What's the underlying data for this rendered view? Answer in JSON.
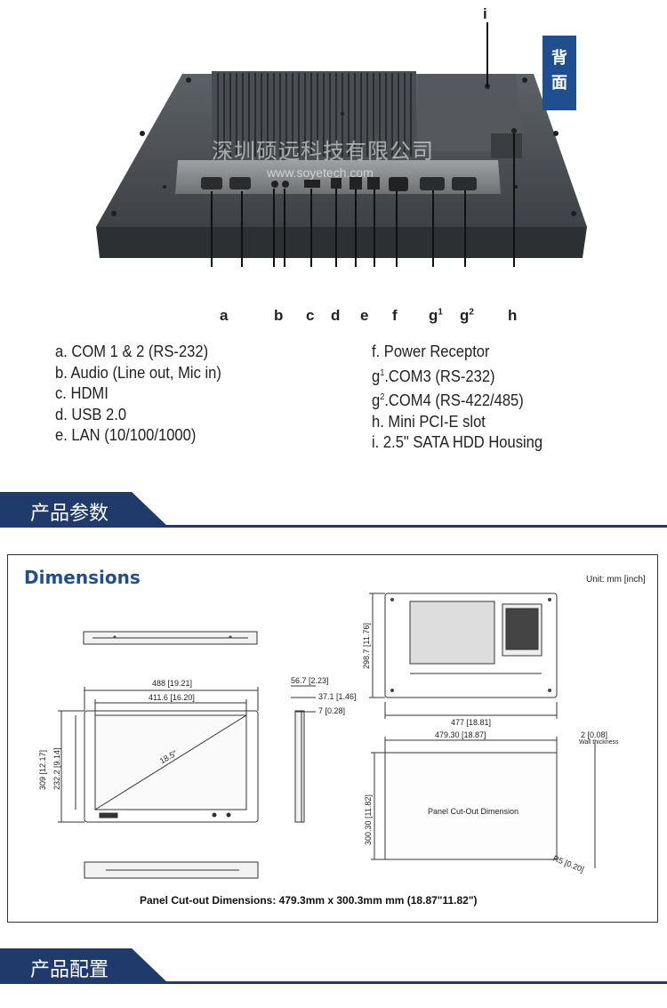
{
  "side_tab": {
    "label": "背面",
    "chars": [
      "背",
      "面"
    ]
  },
  "watermark": {
    "company": "深圳硕远科技有限公司",
    "url": "www.soyetech.com"
  },
  "callouts": {
    "a": "a",
    "b": "b",
    "c": "c",
    "d": "d",
    "e": "e",
    "f": "f",
    "g1_base": "g",
    "g1_sup": "1",
    "g2_base": "g",
    "g2_sup": "2",
    "h": "h",
    "i": "i"
  },
  "legend_left": [
    "a. COM 1 & 2 (RS-232)",
    "b. Audio (Line out, Mic in)",
    "c. HDMI",
    "d. USB 2.0",
    "e. LAN (10/100/1000)"
  ],
  "legend_right": {
    "f": "f.  Power Receptor",
    "g1_base": "g",
    "g1_sup": "1",
    "g1_text": ".COM3 (RS-232)",
    "g2_base": "g",
    "g2_sup": "2",
    "g2_text": ".COM4 (RS-422/485)",
    "h": "h. Mini PCI-E slot",
    "i": "i.  2.5\" SATA HDD Housing"
  },
  "sections": {
    "params": "产品参数",
    "config": "产品配置"
  },
  "dimensions": {
    "title": "Dimensions",
    "unit": "Unit: mm [inch]",
    "width_outer": "488 [19.21]",
    "width_inner": "411.6 [16.20]",
    "height_outer": "309 [12.17]",
    "height_inner": "232.2 [9.14]",
    "diagonal": "18.5\"",
    "depth_total": "56.7 [2.23]",
    "depth_a": "37.1 [1.46]",
    "depth_b": "7 [0.28]",
    "rear_height": "298.7 [11.76]",
    "rear_width": "477 [18.81]",
    "cutout_width": "479.30 [18.87]",
    "cutout_height": "300.30 [11.82]",
    "cutout_label": "Panel Cut-Out Dimension",
    "wall": "2 [0.08]",
    "wall_label": "Wall thickness",
    "radius": "R5 [0.20]",
    "caption": "Panel Cut-out Dimensions: 479.3mm x 300.3mm mm  (18.87\"11.82\")"
  }
}
